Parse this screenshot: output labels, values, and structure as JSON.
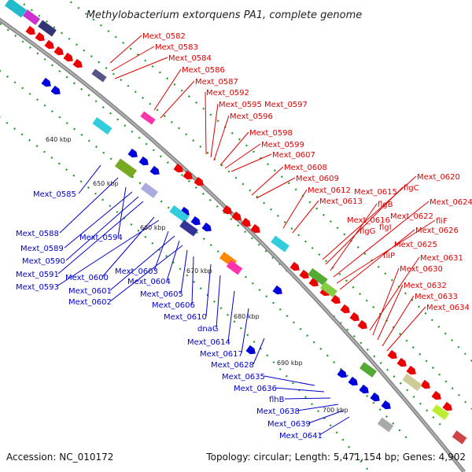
{
  "title": "Methylobacterium extorquens PA1, complete genome",
  "footer": {
    "accession": "Accession: NC_010172",
    "summary": "Topology: circular; Length: 5,471,154 bp; Genes: 4,902"
  },
  "colors": {
    "forward_labels": "#e00000",
    "reverse_labels": "#0000cc",
    "backbone": "#8a8a8a",
    "dots": "#1a9a1a",
    "ticks": "#007700"
  },
  "ticks": [
    "640 kbp",
    "650 kbp",
    "660 kbp",
    "670 kbp",
    "680 kbp",
    "690 kbp",
    "700 kbp"
  ],
  "forward_labels": [
    "Mext_0582",
    "Mext_0583",
    "Mext_0584",
    "Mext_0586",
    "Mext_0587",
    "Mext_0592",
    "Mext_0595",
    "Mext_0597",
    "Mext_0596",
    "Mext_0598",
    "Mext_0599",
    "Mext_0607",
    "Mext_0608",
    "Mext_0609",
    "Mext_0612",
    "Mext_0615",
    "Mext_0613",
    "Mext_0620",
    "flgC",
    "flgB",
    "Mext_0616",
    "Mext_0622",
    "flgG",
    "flgI",
    "Mext_0624",
    "fliF",
    "Mext_0626",
    "Mext_0625",
    "fliP",
    "Mext_0631",
    "Mext_0630",
    "Mext_0632",
    "Mext_0633",
    "Mext_0634"
  ],
  "reverse_labels": [
    "Mext_0585",
    "Mext_0588",
    "Mext_0594",
    "Mext_0589",
    "Mext_0590",
    "Mext_0591",
    "Mext_0600",
    "Mext_0593",
    "Mext_0603",
    "Mext_0601",
    "Mext_0604",
    "Mext_0602",
    "Mext_0605",
    "Mext_0606",
    "Mext_0610",
    "dnaG",
    "Mext_0614",
    "Mext_0617",
    "Mext_0628",
    "Mext_0635",
    "Mext_0636",
    "flhB",
    "Mext_0638",
    "Mext_0639",
    "Mext_0641"
  ]
}
